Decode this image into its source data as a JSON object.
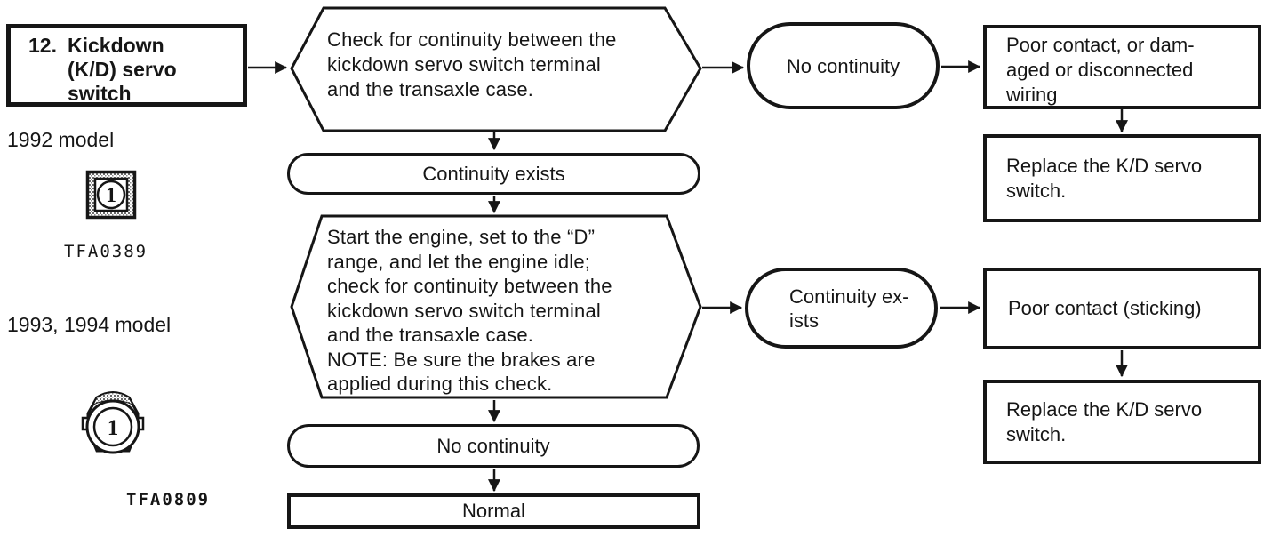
{
  "header": {
    "number": "12.",
    "title": "Kickdown\n(K/D) servo\nswitch"
  },
  "sidebar": {
    "model_1992": "1992 model",
    "code_1992": "TFA0389",
    "pin_1992": "1",
    "model_1993_1994": "1993, 1994 model",
    "code_1993_1994": "TFA0809",
    "pin_1993_1994": "1"
  },
  "flow": {
    "check1": "Check for continuity between the\nkickdown servo switch terminal\nand the transaxle case.",
    "check1_fail": "No continuity",
    "check1_fail_cause": "Poor contact, or dam-\naged or disconnected\nwiring",
    "check1_fail_action": "Replace the K/D servo\nswitch.",
    "check1_pass": "Continuity exists",
    "check2": "Start the engine, set to the “D”\nrange, and let the engine idle;\ncheck for continuity between the\nkickdown servo switch terminal\nand the transaxle case.\nNOTE: Be sure the brakes are\napplied during this check.",
    "check2_fail": "Continuity ex-\nists",
    "check2_fail_cause": "Poor contact (sticking)",
    "check2_fail_action": "Replace the K/D servo\nswitch.",
    "check2_pass": "No continuity",
    "final_result": "Normal"
  },
  "colors": {
    "ink": "#161616",
    "paper": "#ffffff"
  }
}
